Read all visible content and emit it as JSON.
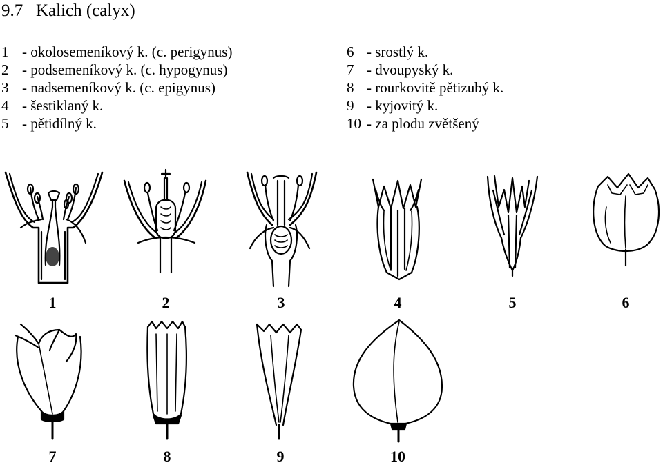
{
  "header": {
    "section_number": "9.7",
    "title": "Kalich (calyx)"
  },
  "legend_left": [
    {
      "num": "1",
      "text": "- okolosemeníkový k. (c. perigynus)"
    },
    {
      "num": "2",
      "text": "- podsemeníkový k. (c. hypogynus)"
    },
    {
      "num": "3",
      "text": "- nadsemeníkový k. (c. epigynus)"
    },
    {
      "num": "4",
      "text": "- šestiklaný k."
    },
    {
      "num": "5",
      "text": "- pětidílný k."
    }
  ],
  "legend_right": [
    {
      "num": "6",
      "text": "- srostlý k."
    },
    {
      "num": "7",
      "text": "- dvoupyský k."
    },
    {
      "num": "8",
      "text": "- rourkovitě pětizubý k."
    },
    {
      "num": "9",
      "text": "- kyjovitý k."
    },
    {
      "num": "10",
      "text": "- za plodu zvětšený"
    }
  ],
  "figures": [
    {
      "label": "1",
      "icon": "perigynous-calyx-drawing"
    },
    {
      "label": "2",
      "icon": "hypogynous-calyx-drawing"
    },
    {
      "label": "3",
      "icon": "epigynous-calyx-drawing"
    },
    {
      "label": "4",
      "icon": "six-lobed-calyx-drawing"
    },
    {
      "label": "5",
      "icon": "five-parted-calyx-drawing"
    },
    {
      "label": "6",
      "icon": "fused-calyx-drawing"
    },
    {
      "label": "7",
      "icon": "two-lipped-calyx-drawing"
    },
    {
      "label": "8",
      "icon": "tubular-five-toothed-calyx-drawing"
    },
    {
      "label": "9",
      "icon": "clavate-calyx-drawing"
    },
    {
      "label": "10",
      "icon": "fruit-enlarged-calyx-drawing"
    }
  ]
}
